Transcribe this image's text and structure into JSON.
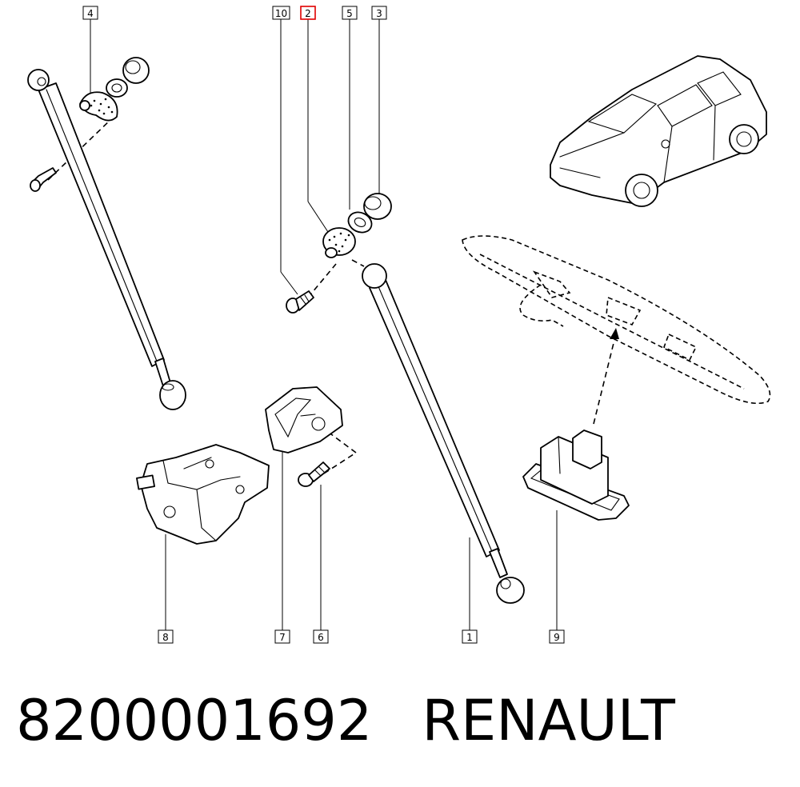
{
  "callouts": [
    "4",
    "10",
    "2",
    "5",
    "3",
    "8",
    "7",
    "6",
    "1",
    "9"
  ],
  "highlighted_callout": "2",
  "highlight_color": "#e00000",
  "footer": {
    "part_number": "8200001692",
    "brand": "RENAULT"
  }
}
